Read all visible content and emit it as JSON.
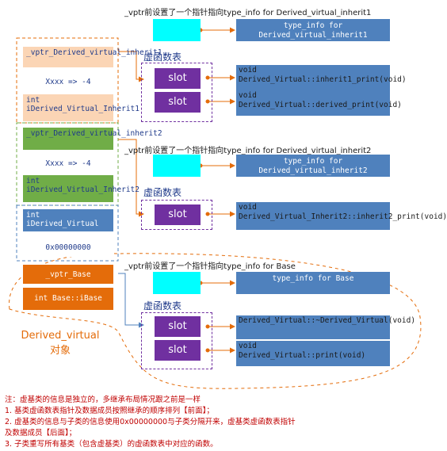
{
  "captions": {
    "c1": "_vptr前设置了一个指针指向type_info for Derived_virtual_inherit1",
    "c2": "_vptr前设置了一个指针指向type_info for Derived_virtual_inherit2",
    "c3": "_vptr前设置了一个指针指向type_info for Base"
  },
  "vtable_label": "虚函数表",
  "slot_label": "slot",
  "type_infos": {
    "t1": "type_info for Derived_virtual_inherit1",
    "t2": "type_info for Derived_virtual_inherit2",
    "t3": "type_info for Base"
  },
  "functions": {
    "f1": "void Derived_Virtual::inherit1_print(void)",
    "f2": "void Derived_Virtual::derived_print(void)",
    "f3": "void Derived_Virtual_Inherit2::inherit2_print(void)",
    "f4": "Derived_Virtual::~Derived_Virtual(void)",
    "f5": "void Derived_Virtual::print(void)"
  },
  "object_cells": {
    "vptr1": "_vptr_Derived_virtual_inherit1",
    "offset1": "Xxxx => -4",
    "member1": "int iDerived_Virtual_Inherit1",
    "vptr2": "_vptr_Derived_virtual_inherit2",
    "offset2": "Xxxx => -4",
    "member2": "int iDerived_Virtual_Inherit2",
    "member3": "int iDerived_Virtual",
    "zero": "0x00000000",
    "vptr_base": "_vptr_Base",
    "base_member": "int Base::iBase"
  },
  "object_label": "Derived_virtual对象",
  "notes": [
    "注：虚基类的信息是独立的，多继承布局情况跟之前是一样",
    "1. 基类虚函数表指针及数据成员按照继承的顺序排列【前面】；",
    "2. 虚基类的信息与子类的信息使用0x00000000与子类分隔开来，虚基类虚函数表指针",
    "及数据成员【后面】；",
    "3. 子类重写所有基类（包含虚基类）的虚函数表中对应的函数。"
  ],
  "colors": {
    "peach": "#fbd5b5",
    "green": "#70ad47",
    "blue": "#4f81bd",
    "orange": "#e46c0a",
    "purple": "#7030a0",
    "cyan": "#00ffff",
    "red": "#c00000"
  }
}
